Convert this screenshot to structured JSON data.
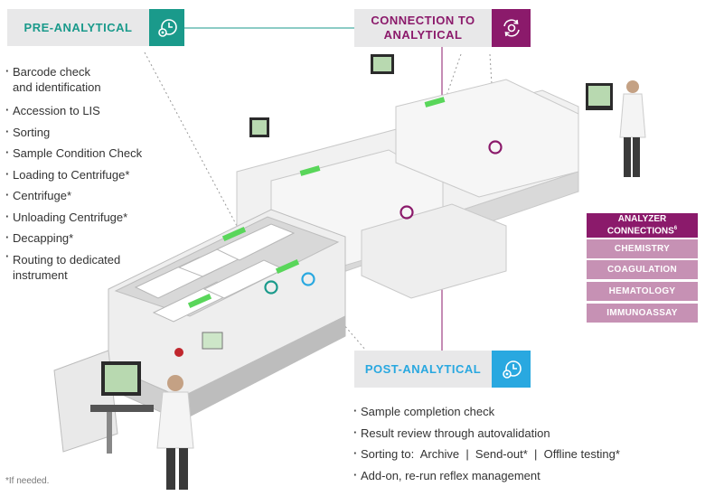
{
  "colors": {
    "pre_analytical": "#1a9a8b",
    "connection": "#8b1a6b",
    "post_analytical": "#29a8e0",
    "header_bg": "#e8e8e9",
    "analyzer_head": "#8b1a6b",
    "analyzer_item": "#c691b4"
  },
  "pre_analytical": {
    "title": "PRE-ANALYTICAL",
    "icon": "gear-clock-icon",
    "steps": [
      {
        "line1": "Barcode check",
        "line2": "and identification"
      },
      {
        "line1": "Accession to LIS",
        "line2": ""
      },
      {
        "line1": "Sorting",
        "line2": ""
      },
      {
        "line1": "Sample Condition Check",
        "line2": ""
      },
      {
        "line1": "Loading to Centrifuge*",
        "line2": ""
      },
      {
        "line1": "Centrifuge*",
        "line2": ""
      },
      {
        "line1": "Unloading Centrifuge*",
        "line2": ""
      },
      {
        "line1": "Decapping*",
        "line2": ""
      },
      {
        "line1": "Routing to dedicated",
        "line2": "instrument"
      }
    ]
  },
  "connection": {
    "title_line1": "CONNECTION TO",
    "title_line2": "ANALYTICAL",
    "icon": "gear-cycle-icon"
  },
  "post_analytical": {
    "title": "POST-ANALYTICAL",
    "icon": "gear-clock-icon",
    "steps": [
      "Sample completion check",
      "Result review through autovalidation",
      "Sorting to:  Archive  |  Send-out*  |  Offline testing*",
      "Add-on, re-run reflex management"
    ]
  },
  "analyzer_connections": {
    "title_line1": "ANALYZER",
    "title_line2": "CONNECTIONS",
    "title_sup": "6",
    "items": [
      "CHEMISTRY",
      "COAGULATION",
      "HEMATOLOGY",
      "IMMUNOASSAY"
    ]
  },
  "footnote": "*If needed."
}
